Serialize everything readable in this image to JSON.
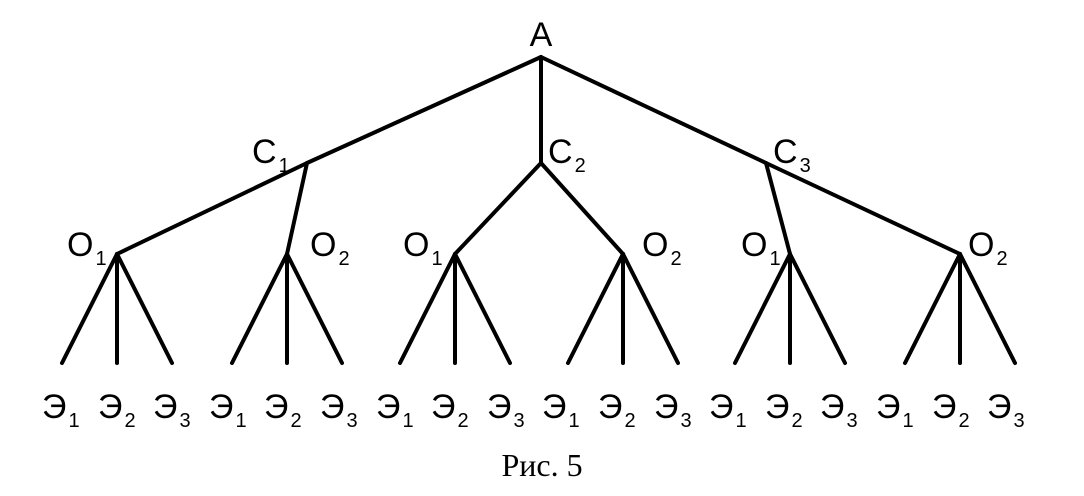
{
  "root": {
    "label": "A"
  },
  "level1": [
    {
      "label": "C",
      "sub": "1"
    },
    {
      "label": "C",
      "sub": "2"
    },
    {
      "label": "C",
      "sub": "3"
    }
  ],
  "level2": [
    {
      "label": "O",
      "sub": "1"
    },
    {
      "label": "O",
      "sub": "2"
    },
    {
      "label": "O",
      "sub": "1"
    },
    {
      "label": "O",
      "sub": "2"
    },
    {
      "label": "O",
      "sub": "1"
    },
    {
      "label": "O",
      "sub": "2"
    }
  ],
  "leaves": [
    {
      "label": "Э",
      "sub": "1"
    },
    {
      "label": "Э",
      "sub": "2"
    },
    {
      "label": "Э",
      "sub": "3"
    },
    {
      "label": "Э",
      "sub": "1"
    },
    {
      "label": "Э",
      "sub": "2"
    },
    {
      "label": "Э",
      "sub": "3"
    },
    {
      "label": "Э",
      "sub": "1"
    },
    {
      "label": "Э",
      "sub": "2"
    },
    {
      "label": "Э",
      "sub": "3"
    },
    {
      "label": "Э",
      "sub": "1"
    },
    {
      "label": "Э",
      "sub": "2"
    },
    {
      "label": "Э",
      "sub": "3"
    },
    {
      "label": "Э",
      "sub": "1"
    },
    {
      "label": "Э",
      "sub": "2"
    },
    {
      "label": "Э",
      "sub": "3"
    },
    {
      "label": "Э",
      "sub": "1"
    },
    {
      "label": "Э",
      "sub": "2"
    },
    {
      "label": "Э",
      "sub": "3"
    }
  ],
  "caption": "Рис. 5"
}
